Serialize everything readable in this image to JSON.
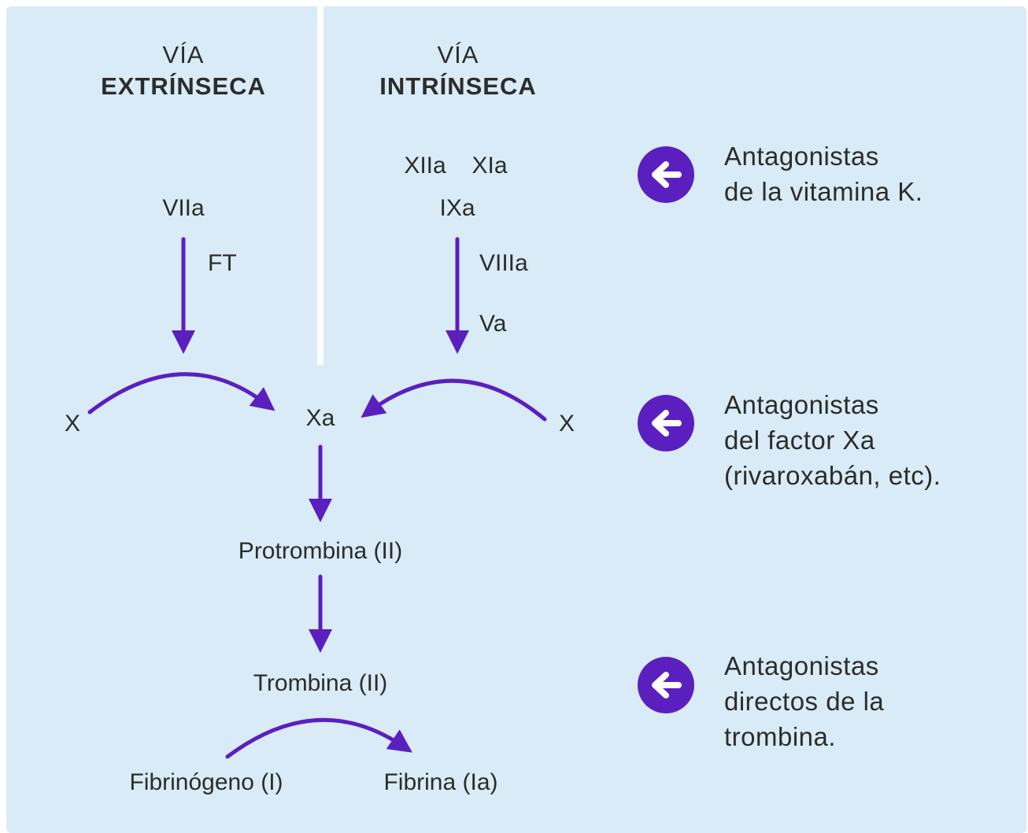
{
  "colors": {
    "background": "#d9ebf7",
    "accent": "#5b1fbf",
    "text": "#2a2d2b"
  },
  "headers": {
    "extrinsic": {
      "line1": "VÍA",
      "line2": "EXTRÍNSECA"
    },
    "intrinsic": {
      "line1": "VÍA",
      "line2": "INTRÍNSECA"
    }
  },
  "nodes": {
    "viia": "VIIa",
    "ft": "FT",
    "xiia": "XIIa",
    "xia": "XIa",
    "ixa": "IXa",
    "viiia": "VIIIa",
    "va": "Va",
    "x_left": "X",
    "xa": "Xa",
    "x_right": "X",
    "protrombina": "Protrombina (II)",
    "trombina": "Trombina (II)",
    "fibrinogeno": "Fibrinógeno (I)",
    "fibrina": "Fibrina (Ia)"
  },
  "antagonists": [
    {
      "icon": "arrow-left-circle-icon",
      "lines": [
        "Antagonistas",
        "de la vitamina K."
      ]
    },
    {
      "icon": "arrow-left-circle-icon",
      "lines": [
        "Antagonistas",
        "del factor Xa",
        "(rivaroxabán, etc)."
      ]
    },
    {
      "icon": "arrow-left-circle-icon",
      "lines": [
        "Antagonistas",
        "directos de la",
        "trombina."
      ]
    }
  ]
}
